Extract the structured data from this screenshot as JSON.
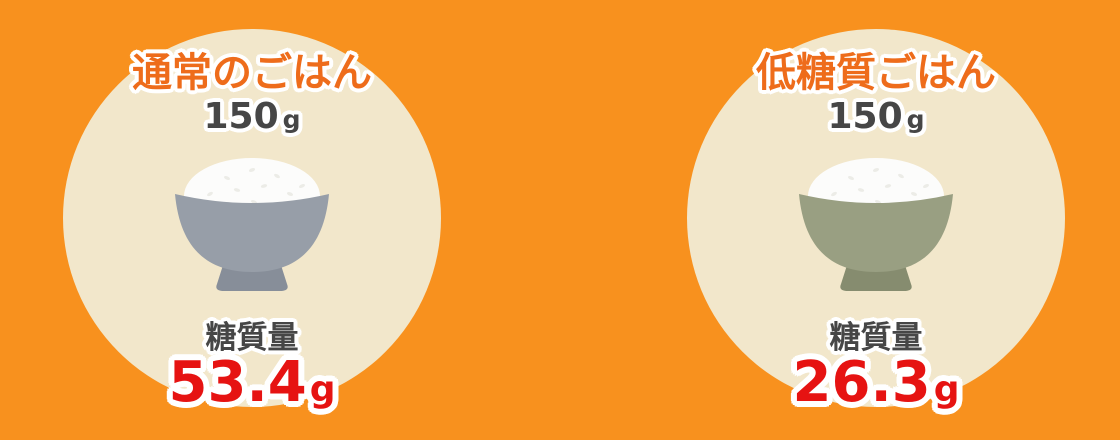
{
  "colors": {
    "background": "#f8911e",
    "circle": "#f2e7cb",
    "title": "#ee6c1b",
    "number": "#e61312",
    "text": "#464646",
    "rice": "#fcfcfb",
    "speckle": "#ecece7"
  },
  "cards": [
    {
      "title": "通常のごはん",
      "serving": {
        "amount": "150",
        "unit": "g"
      },
      "label": "糖質量",
      "value": {
        "amount": "53.4",
        "unit": "g"
      },
      "bowl": {
        "body_color": "#979ea8",
        "foot_color": "#878e99"
      }
    },
    {
      "title": "低糖質ごはん",
      "serving": {
        "amount": "150",
        "unit": "g"
      },
      "label": "糖質量",
      "value": {
        "amount": "26.3",
        "unit": "g"
      },
      "bowl": {
        "body_color": "#999f82",
        "foot_color": "#868c6f"
      }
    }
  ],
  "chart_data": {
    "type": "bar",
    "categories": [
      "通常のごはん",
      "低糖質ごはん"
    ],
    "values": [
      53.4,
      26.3
    ],
    "serving_size_g": [
      150,
      150
    ],
    "title": "",
    "xlabel": "",
    "ylabel": "糖質量 (g)",
    "legend": "none"
  }
}
